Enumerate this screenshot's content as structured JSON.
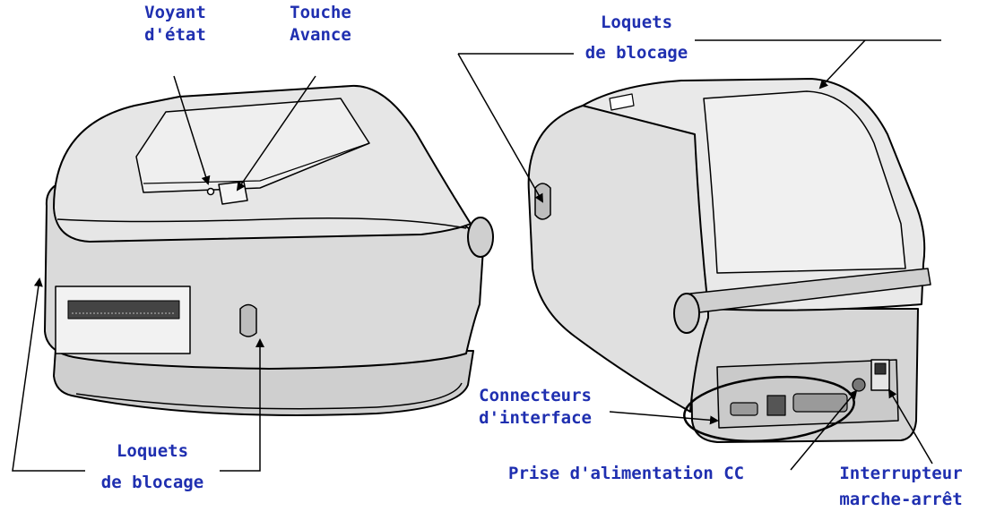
{
  "labels": {
    "status_light": [
      "Voyant",
      "d'état"
    ],
    "feed_button": [
      "Touche",
      "Avance"
    ],
    "release_latches_front": [
      "Loquets",
      "de blocage"
    ],
    "release_latches_rear": [
      "Loquets",
      "de blocage"
    ],
    "interface_connectors": [
      "Connecteurs",
      "d'interface"
    ],
    "dc_power": "Prise d'alimentation CC",
    "power_switch": [
      "Interrupteur",
      "marche-arrêt"
    ]
  },
  "colors": {
    "label_text": "#1f2fb0",
    "line_art": "#000000",
    "body_gray": "#d9d9d9",
    "shadow_gray": "#a8a8a8",
    "dark_gray": "#6b6b6b"
  }
}
